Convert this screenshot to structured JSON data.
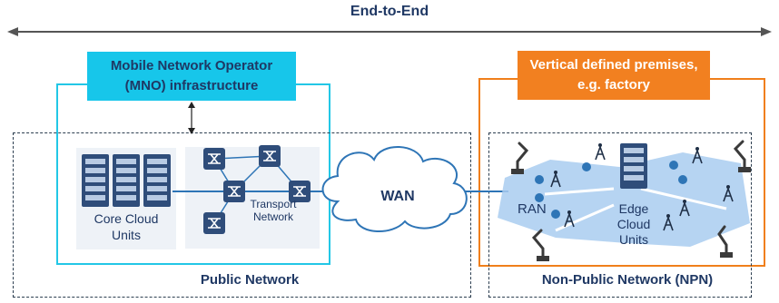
{
  "header": {
    "title": "End-to-End"
  },
  "boxes": {
    "mno_label": [
      "Mobile Network Operator",
      "(MNO) infrastructure"
    ],
    "vertical_label": [
      "Vertical defined premises,",
      "e.g. factory"
    ]
  },
  "labels": {
    "core_cloud": [
      "Core Cloud",
      "Units"
    ],
    "transport": [
      "Transport",
      "Network"
    ],
    "wan": "WAN",
    "ran": "RAN",
    "edge_cloud": [
      "Edge",
      "Cloud",
      "Units"
    ],
    "public_network": "Public Network",
    "npn": "Non-Public Network (NPN)"
  },
  "colors": {
    "mno_box": "#22c7e6",
    "vertical_box": "#f07f1b",
    "text_dark": "#1f3864",
    "link_blue": "#2e75b6",
    "npn_area": "#a9cdf0"
  },
  "icons": [
    "server-rack-icon",
    "network-switch-icon",
    "cloud-icon",
    "radio-tower-icon",
    "robot-arm-icon",
    "gear-icon",
    "double-arrow-icon"
  ]
}
